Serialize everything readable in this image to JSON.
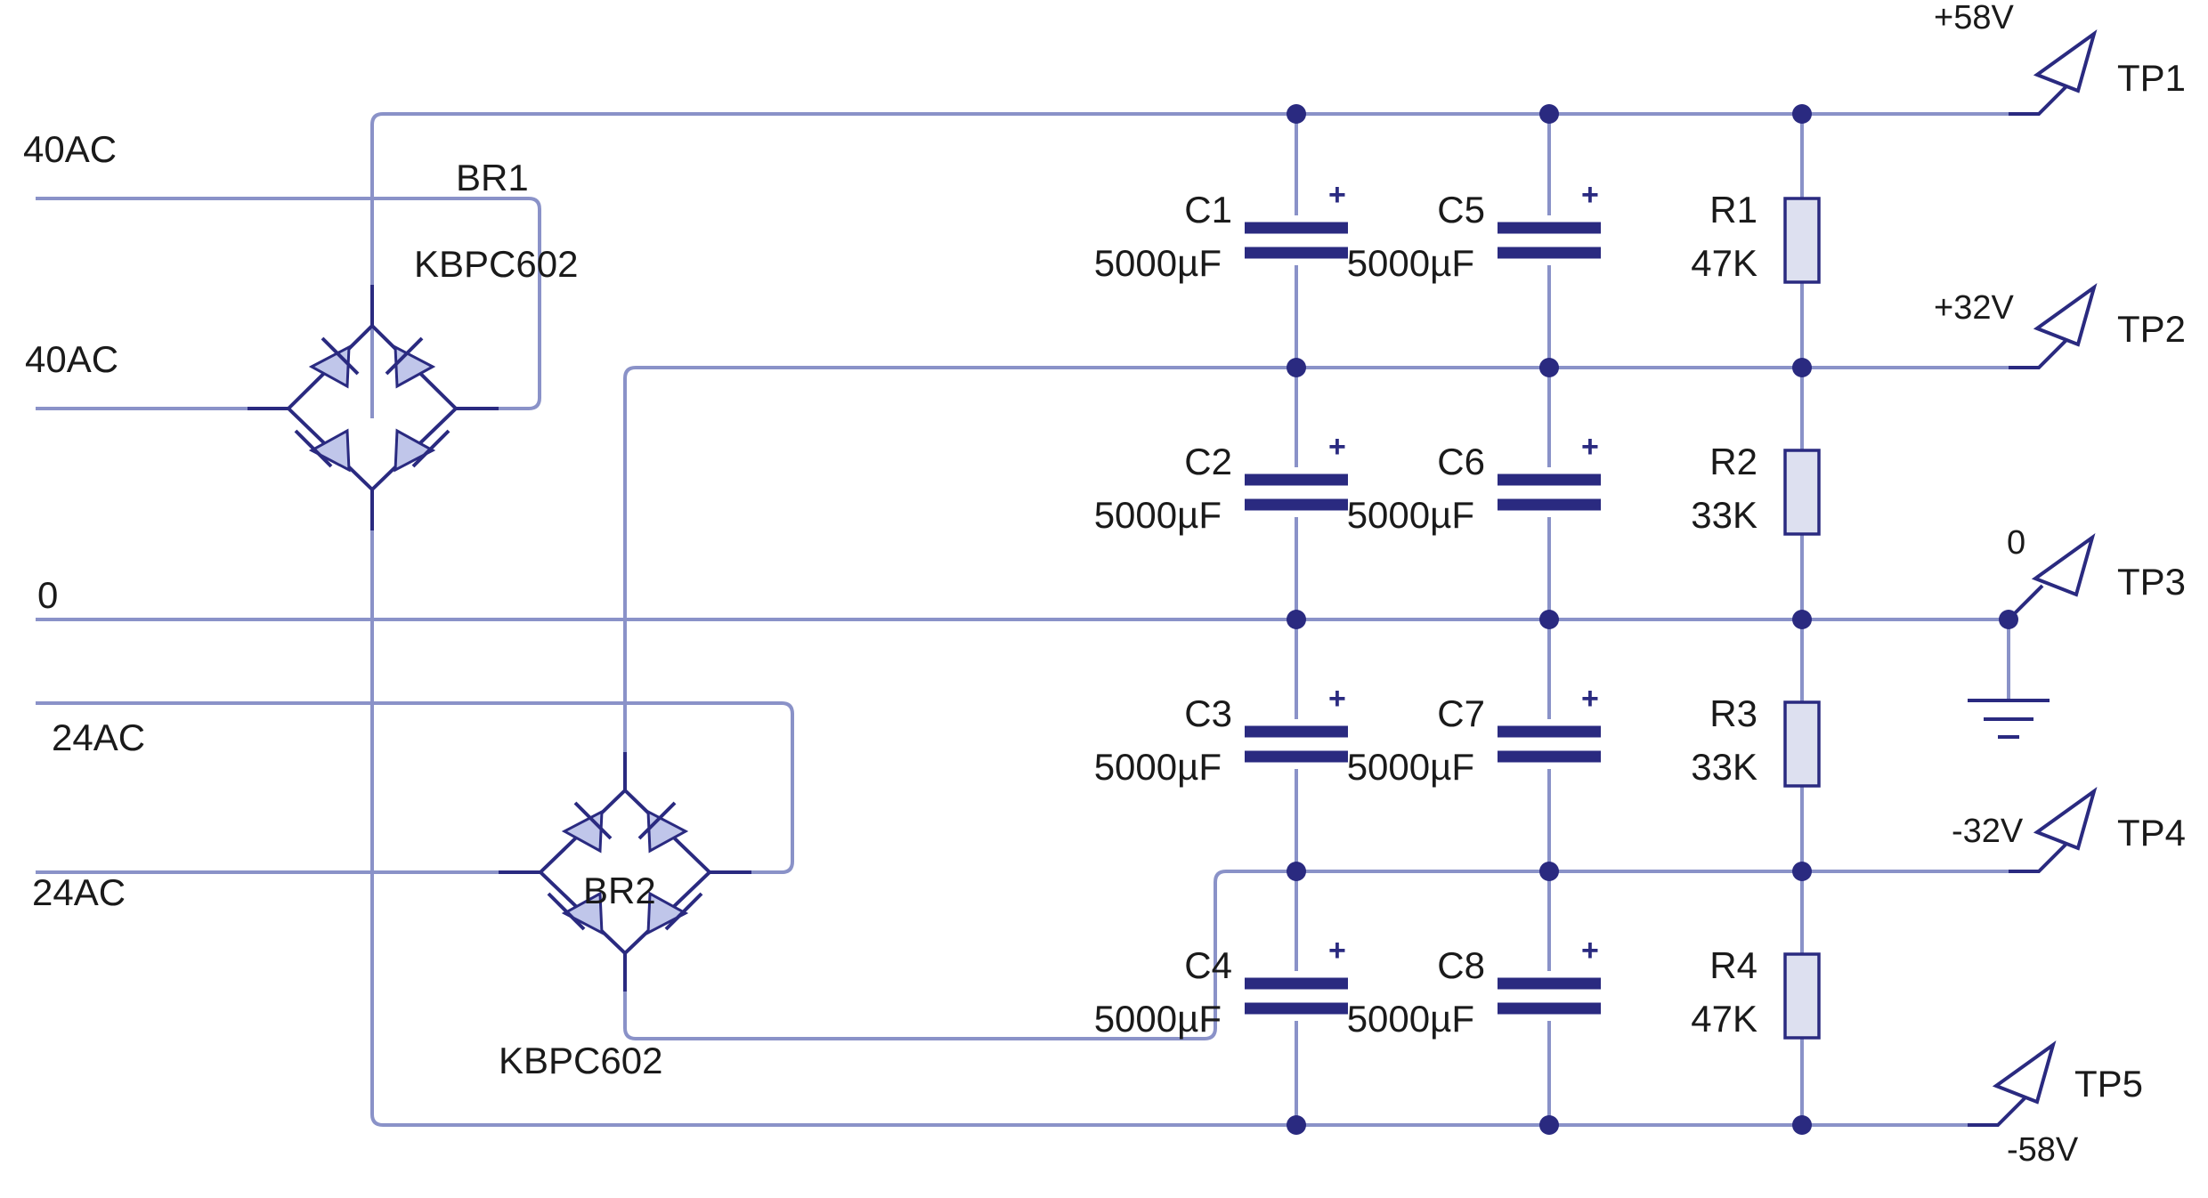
{
  "inputs": [
    "40AC",
    "40AC",
    "0",
    "24AC",
    "24AC"
  ],
  "bridges": [
    {
      "ref": "BR1",
      "part": "KBPC602"
    },
    {
      "ref": "BR2",
      "part": "KBPC602"
    }
  ],
  "capacitors": [
    {
      "ref": "C1",
      "value": "5000µF"
    },
    {
      "ref": "C2",
      "value": "5000µF"
    },
    {
      "ref": "C3",
      "value": "5000µF"
    },
    {
      "ref": "C4",
      "value": "5000µF"
    },
    {
      "ref": "C5",
      "value": "5000µF"
    },
    {
      "ref": "C6",
      "value": "5000µF"
    },
    {
      "ref": "C7",
      "value": "5000µF"
    },
    {
      "ref": "C8",
      "value": "5000µF"
    }
  ],
  "polarity_mark": "+",
  "resistors": [
    {
      "ref": "R1",
      "value": "47K"
    },
    {
      "ref": "R2",
      "value": "33K"
    },
    {
      "ref": "R3",
      "value": "33K"
    },
    {
      "ref": "R4",
      "value": "47K"
    }
  ],
  "test_points": [
    {
      "ref": "TP1",
      "voltage": "+58V"
    },
    {
      "ref": "TP2",
      "voltage": "+32V"
    },
    {
      "ref": "TP3",
      "voltage": "0"
    },
    {
      "ref": "TP4",
      "voltage": "-32V"
    },
    {
      "ref": "TP5",
      "voltage": "-58V"
    }
  ],
  "colors": {
    "wire": "#8a92c8",
    "component": "#2a2a80",
    "resistor_fill": "#dde0f0",
    "diode_fill": "#c0c6ea"
  }
}
